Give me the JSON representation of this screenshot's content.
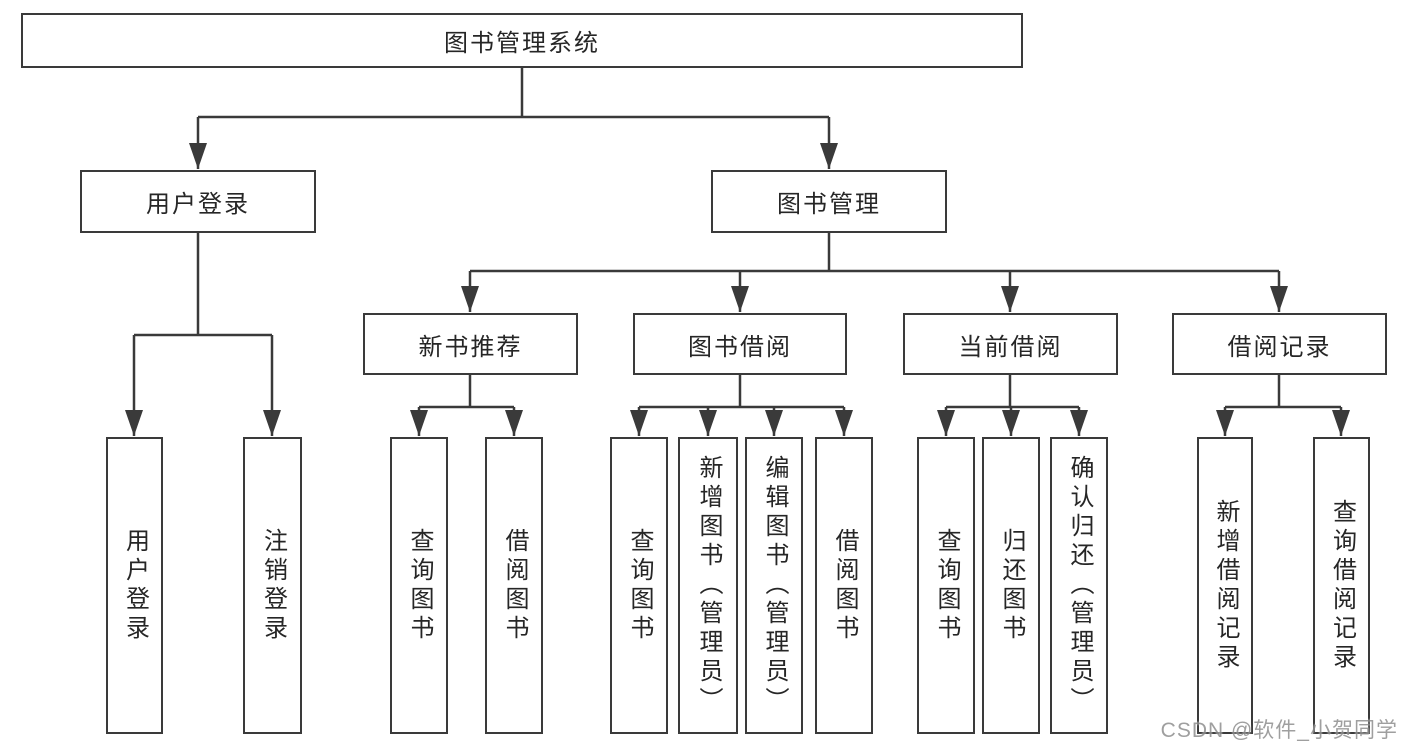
{
  "diagram": {
    "title": "图书管理系统",
    "level2": [
      {
        "label": "用户登录"
      },
      {
        "label": "图书管理"
      }
    ],
    "level3": [
      {
        "label": "新书推荐"
      },
      {
        "label": "图书借阅"
      },
      {
        "label": "当前借阅"
      },
      {
        "label": "借阅记录"
      }
    ],
    "leaves": [
      {
        "label": "用户登录"
      },
      {
        "label": "注销登录"
      },
      {
        "label": "查询图书"
      },
      {
        "label": "借阅图书"
      },
      {
        "label": "查询图书"
      },
      {
        "label": "新增图书（管理员）"
      },
      {
        "label": "编辑图书（管理员）"
      },
      {
        "label": "借阅图书"
      },
      {
        "label": "查询图书"
      },
      {
        "label": "归还图书"
      },
      {
        "label": "确认归还（管理员）"
      },
      {
        "label": "新增借阅记录"
      },
      {
        "label": "查询借阅记录"
      }
    ]
  },
  "watermark": {
    "text": "CSDN @软件_小贺同学"
  },
  "colors": {
    "line": "#3a3a3a",
    "text": "#262626",
    "background": "#ffffff",
    "watermark": "#8f8f8f"
  }
}
